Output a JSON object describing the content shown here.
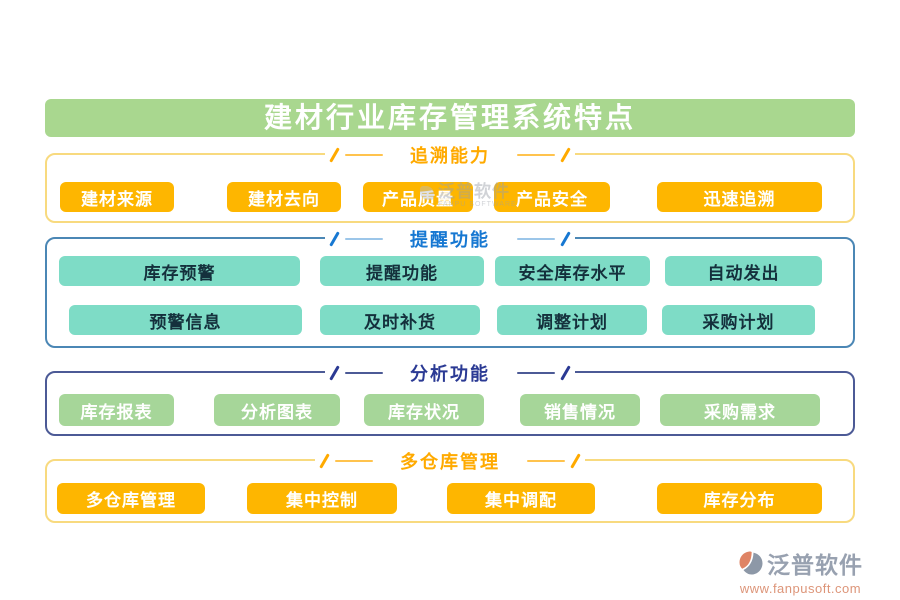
{
  "title": "建材行业库存管理系统特点",
  "sections": [
    {
      "label": "追溯能力",
      "items": [
        "建材来源",
        "建材去向",
        "产品质量",
        "产品安全",
        "迅速追溯"
      ]
    },
    {
      "label": "提醒功能",
      "items": [
        "库存预警",
        "提醒功能",
        "安全库存水平",
        "自动发出",
        "预警信息",
        "及时补货",
        "调整计划",
        "采购计划"
      ]
    },
    {
      "label": "分析功能",
      "items": [
        "库存报表",
        "分析图表",
        "库存状况",
        "销售情况",
        "采购需求"
      ]
    },
    {
      "label": "多仓库管理",
      "items": [
        "多仓库管理",
        "集中控制",
        "集中调配",
        "库存分布"
      ]
    }
  ],
  "watermark": {
    "brand": "泛普软件",
    "subtitle": "FANPU SOFTWARE"
  },
  "footer": {
    "brand": "泛普软件",
    "url": "www.fanpusoft.com"
  },
  "colors": {
    "title_bg": "#a9d78f",
    "orange_button": "#feb600",
    "teal_button": "#7edcc6",
    "green_button": "#a6d699",
    "section1_header": "#ffaa00",
    "section2_header": "#1778d2",
    "section3_header": "#2b3a94",
    "section4_header": "#ffb400",
    "brand_text": "#98a1b0",
    "brand_url": "#dd9579"
  }
}
